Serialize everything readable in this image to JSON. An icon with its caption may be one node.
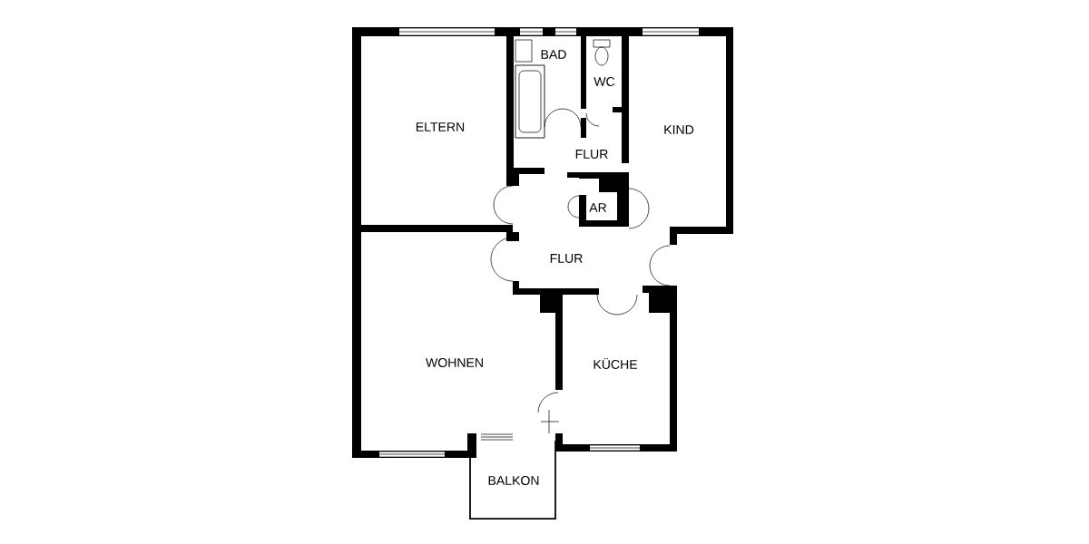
{
  "diagram": {
    "labels": [
      "BAD",
      "WC",
      "ELTERN",
      "KIND",
      "FLUR",
      "AR",
      "FLUR",
      "WOHNEN",
      "KÜCHE",
      "BALKON"
    ]
  }
}
